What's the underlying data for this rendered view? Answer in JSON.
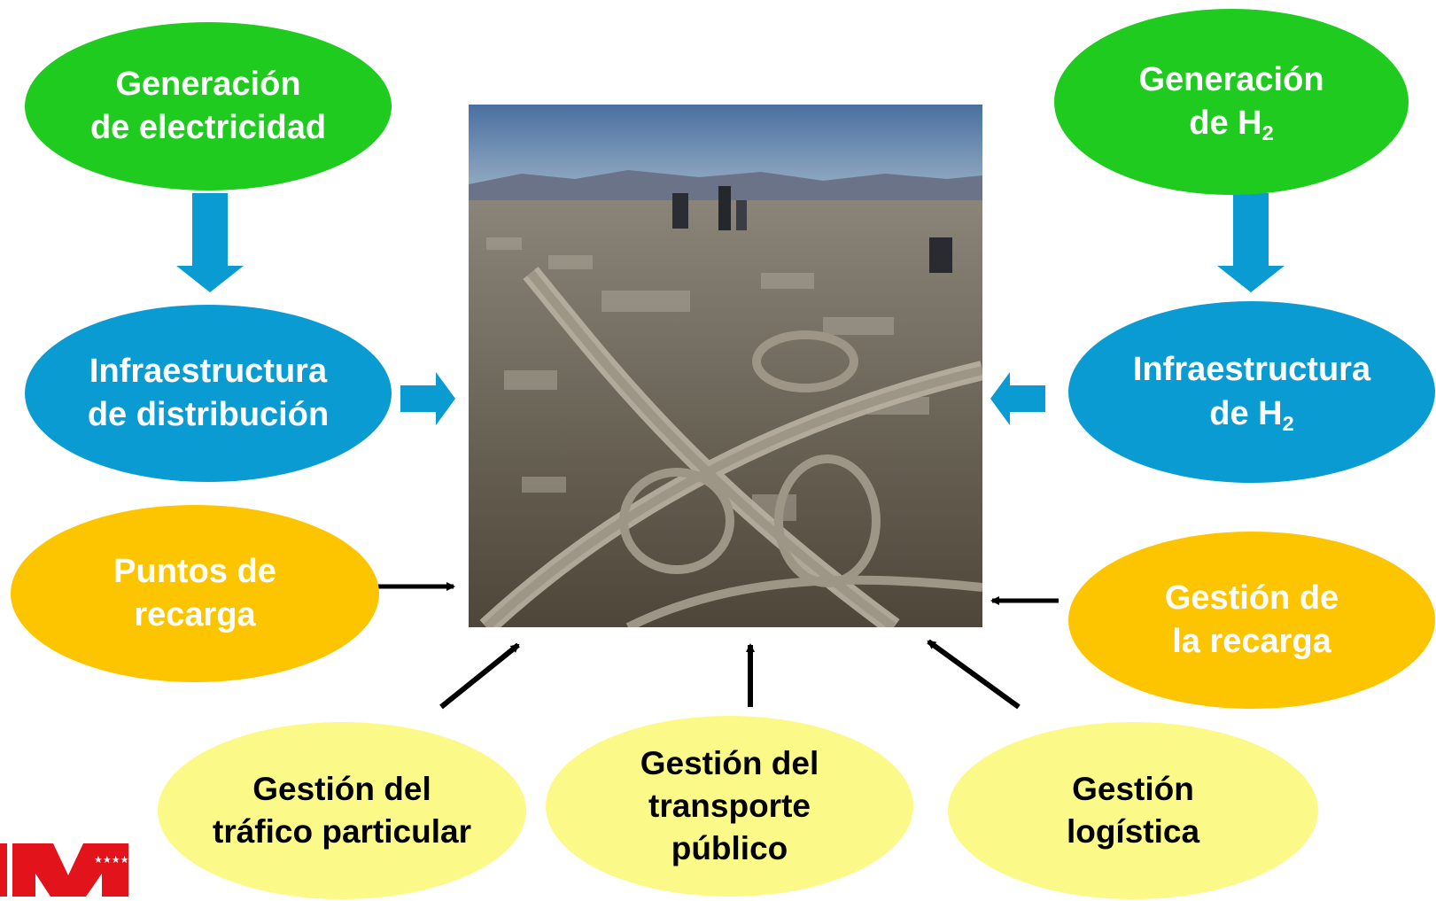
{
  "colors": {
    "green": "#1fcb1f",
    "blue": "#0a9bd2",
    "gold": "#fdc500",
    "pale_yellow": "#fbfa88",
    "arrow_blue": "#0a9bd2",
    "arrow_black": "#000000",
    "logo_red": "#e3131b"
  },
  "nodes": {
    "gen_elec": {
      "line1": "Generación",
      "line2": "de electricidad"
    },
    "infra_dist": {
      "line1": "Infraestructura",
      "line2": "de distribución"
    },
    "puntos": {
      "line1": "Puntos de",
      "line2": "recarga"
    },
    "gen_h2": {
      "line1": "Generación",
      "line2": "de H",
      "sub": "2"
    },
    "infra_h2": {
      "line1": "Infraestructura",
      "line2": "de H",
      "sub": "2"
    },
    "gest_recarga": {
      "line1": "Gestión de",
      "line2": "la recarga"
    },
    "trafico": {
      "line1": "Gestión del",
      "line2": "tráfico particular"
    },
    "transporte": {
      "line1": "Gestión del",
      "line2": "transporte",
      "line3": "público"
    },
    "logistica": {
      "line1": "Gestión",
      "line2": "logística"
    }
  },
  "image": {
    "icon": "aerial-city-highway-photo"
  },
  "logo": {
    "icon": "comunidad-de-madrid-logo",
    "stars": "★★★★"
  }
}
